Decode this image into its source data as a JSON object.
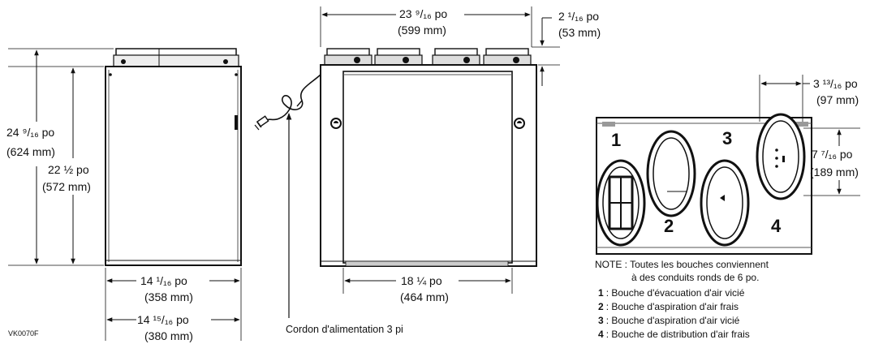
{
  "side_view": {
    "height_overall": "24 ⁹/₁₆ po",
    "height_overall_mm": "(624 mm)",
    "height_body": "22 ½ po",
    "height_body_mm": "(572 mm)",
    "depth_body": "14 ¹/₁₆ po",
    "depth_body_mm": "(358 mm)",
    "depth_overall": "14 ¹⁵/₁₆ po",
    "depth_overall_mm": "(380 mm)",
    "figure_code": "VK0070F"
  },
  "front_view": {
    "width_overall": "23 ⁹/₁₆ po",
    "width_overall_mm": "(599 mm)",
    "collar_height": "2 ¹/₁₆ po",
    "collar_height_mm": "(53 mm)",
    "width_body": "18 ¼ po",
    "width_body_mm": "(464 mm)",
    "power_cord_label": "Cordon d'alimentation 3 pi"
  },
  "top_view": {
    "port_width": "3 ¹³/₁₆ po",
    "port_width_mm": "(97 mm)",
    "port_height": "7 ⁷/₁₆ po",
    "port_height_mm": "(189 mm)",
    "port_numbers": [
      "1",
      "2",
      "3",
      "4"
    ],
    "note_line1": "NOTE : Toutes les bouches conviennent",
    "note_line2": "à des conduits ronds de 6 po.",
    "legend": [
      {
        "num": "1",
        "text": ": Bouche d'évacuation d'air vicié"
      },
      {
        "num": "2",
        "text": ": Bouche d'aspiration d'air frais"
      },
      {
        "num": "3",
        "text": ": Bouche d'aspiration d'air vicié"
      },
      {
        "num": "4",
        "text": ": Bouche de distribution d'air frais"
      }
    ]
  }
}
